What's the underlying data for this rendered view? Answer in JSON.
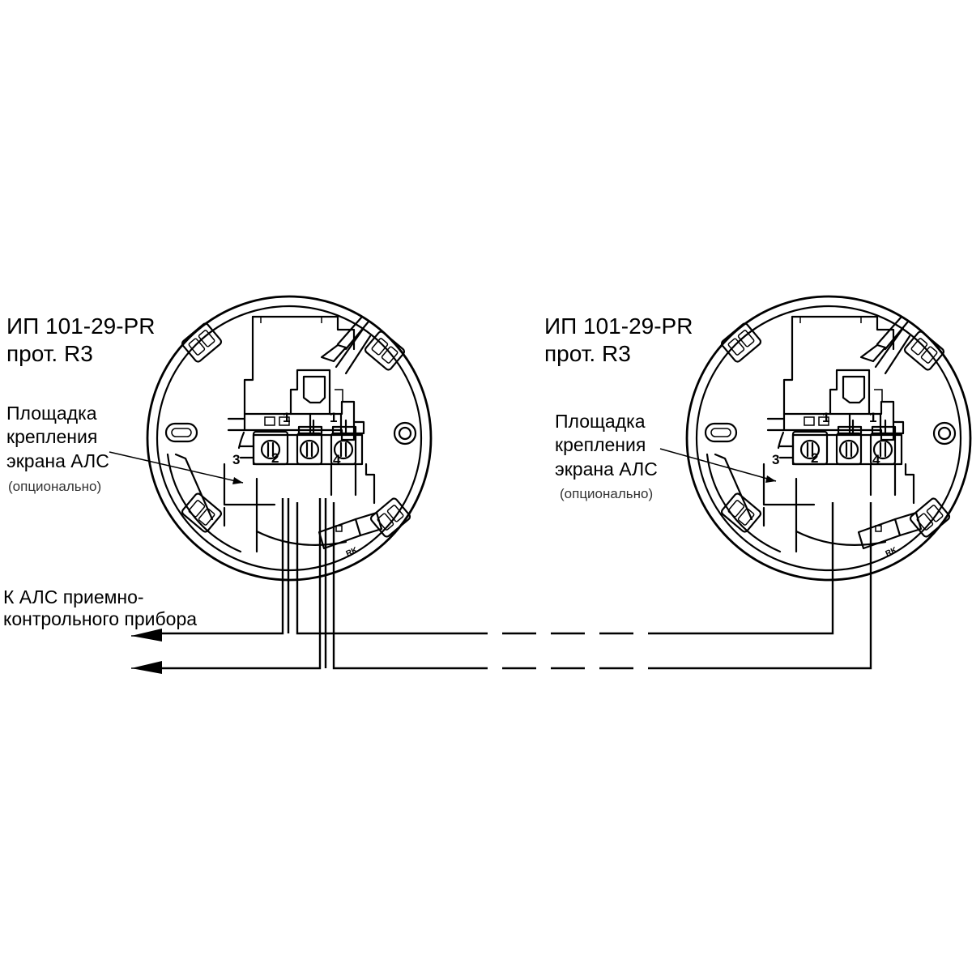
{
  "detectors": [
    {
      "title_line1": "ИП 101-29-PR",
      "title_line2": "прот. R3",
      "note_line1": "Площадка",
      "note_line2": "крепления",
      "note_line3": "экрана АЛС",
      "note_line4": "(опционально)",
      "terminal_3": "3",
      "terminal_2": "2",
      "terminal_4": "4",
      "terminal_1a": "1",
      "terminal_1b": "1",
      "marking": "RK"
    },
    {
      "title_line1": "ИП 101-29-PR",
      "title_line2": "прот. R3",
      "note_line1": "Площадка",
      "note_line2": "крепления",
      "note_line3": "экрана АЛС",
      "note_line4": "(опционально)",
      "terminal_3": "3",
      "terminal_2": "2",
      "terminal_4": "4",
      "terminal_1a": "1",
      "terminal_1b": "1",
      "marking": "RK"
    }
  ],
  "loop": {
    "label_line1": "К АЛС приемно-",
    "label_line2": "контрольного прибора"
  }
}
